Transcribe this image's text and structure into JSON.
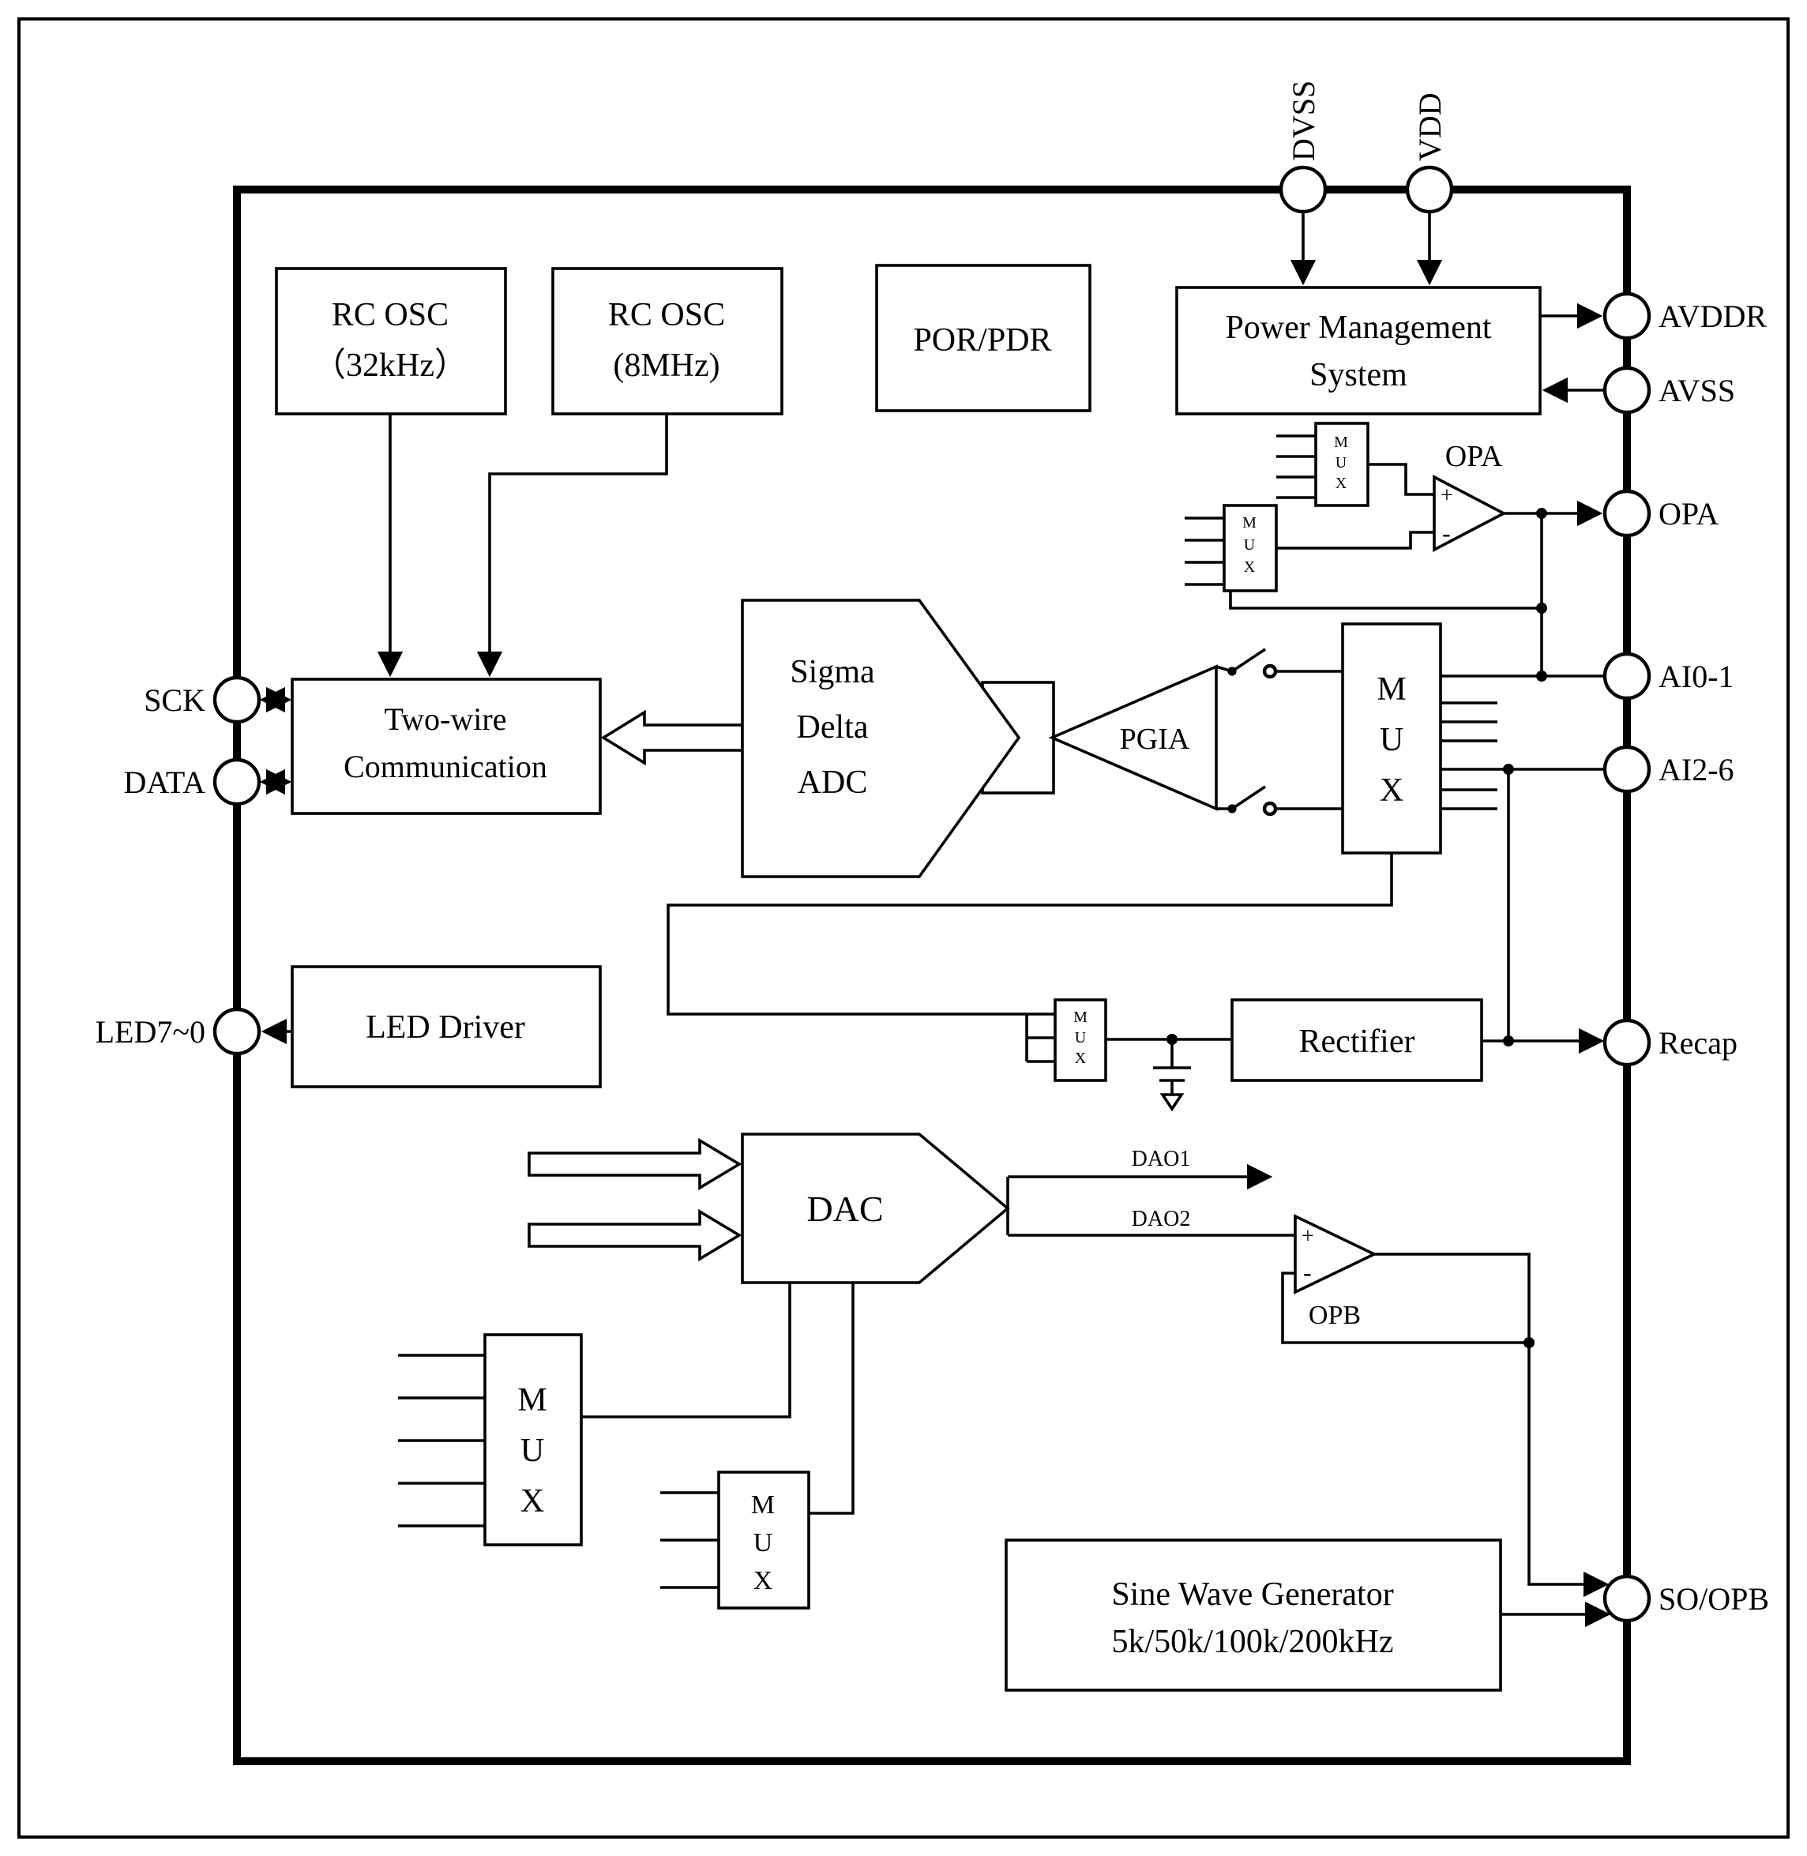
{
  "pins": {
    "dvss": "DVSS",
    "vdd": "VDD",
    "avddr": "AVDDR",
    "avss": "AVSS",
    "opa": "OPA",
    "ai01": "AI0-1",
    "ai26": "AI2-6",
    "recap": "Recap",
    "so_opb": "SO/OPB",
    "sck": "SCK",
    "data": "DATA",
    "led": "LED7~0"
  },
  "blocks": {
    "rc_osc_32k": {
      "line1": "RC OSC",
      "line2": "（32kHz）"
    },
    "rc_osc_8m": {
      "line1": "RC OSC",
      "line2": "(8MHz)"
    },
    "por_pdr": "POR/PDR",
    "pms": {
      "line1": "Power Management",
      "line2": "System"
    },
    "two_wire": {
      "line1": "Two-wire",
      "line2": "Communication"
    },
    "adc": {
      "line1": "Sigma",
      "line2": "Delta",
      "line3": "ADC"
    },
    "pgia": "PGIA",
    "led_driver": "LED Driver",
    "rectifier": "Rectifier",
    "dac": "DAC",
    "sine": {
      "line1": "Sine Wave Generator",
      "line2": "5k/50k/100k/200kHz"
    },
    "opa_amp": {
      "label": "OPA",
      "plus": "+",
      "minus": "-"
    },
    "opb_amp": {
      "label": "OPB",
      "plus": "+",
      "minus": "-"
    },
    "mux_letters": [
      "M",
      "U",
      "X"
    ]
  },
  "signals": {
    "dao1": "DAO1",
    "dao2": "DAO2"
  }
}
